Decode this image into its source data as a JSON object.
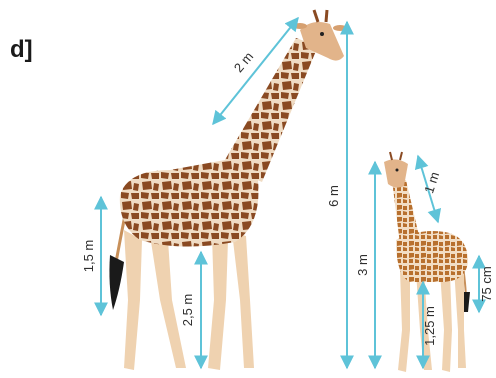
{
  "part_label": "d]",
  "colors": {
    "measure": "#5ec3d8",
    "coat": "#e0a066",
    "patch": "#8a4a22",
    "pale": "#f2ddc4",
    "tuft": "#1a1a1a"
  },
  "giraffes": [
    {
      "name": "adult-giraffe",
      "icon": "giraffe-illustration"
    },
    {
      "name": "calf-giraffe",
      "icon": "giraffe-illustration"
    }
  ],
  "measurements": [
    {
      "name": "adult-neck-length",
      "label": "2 m"
    },
    {
      "name": "adult-total-height",
      "label": "6 m"
    },
    {
      "name": "adult-tail-length",
      "label": "1,5 m"
    },
    {
      "name": "adult-leg-height",
      "label": "2,5 m"
    },
    {
      "name": "calf-total-height",
      "label": "3 m"
    },
    {
      "name": "calf-neck-length",
      "label": "1 m"
    },
    {
      "name": "calf-leg-height",
      "label": "1,25 m"
    },
    {
      "name": "calf-tail-length",
      "label": "75 cm"
    }
  ]
}
